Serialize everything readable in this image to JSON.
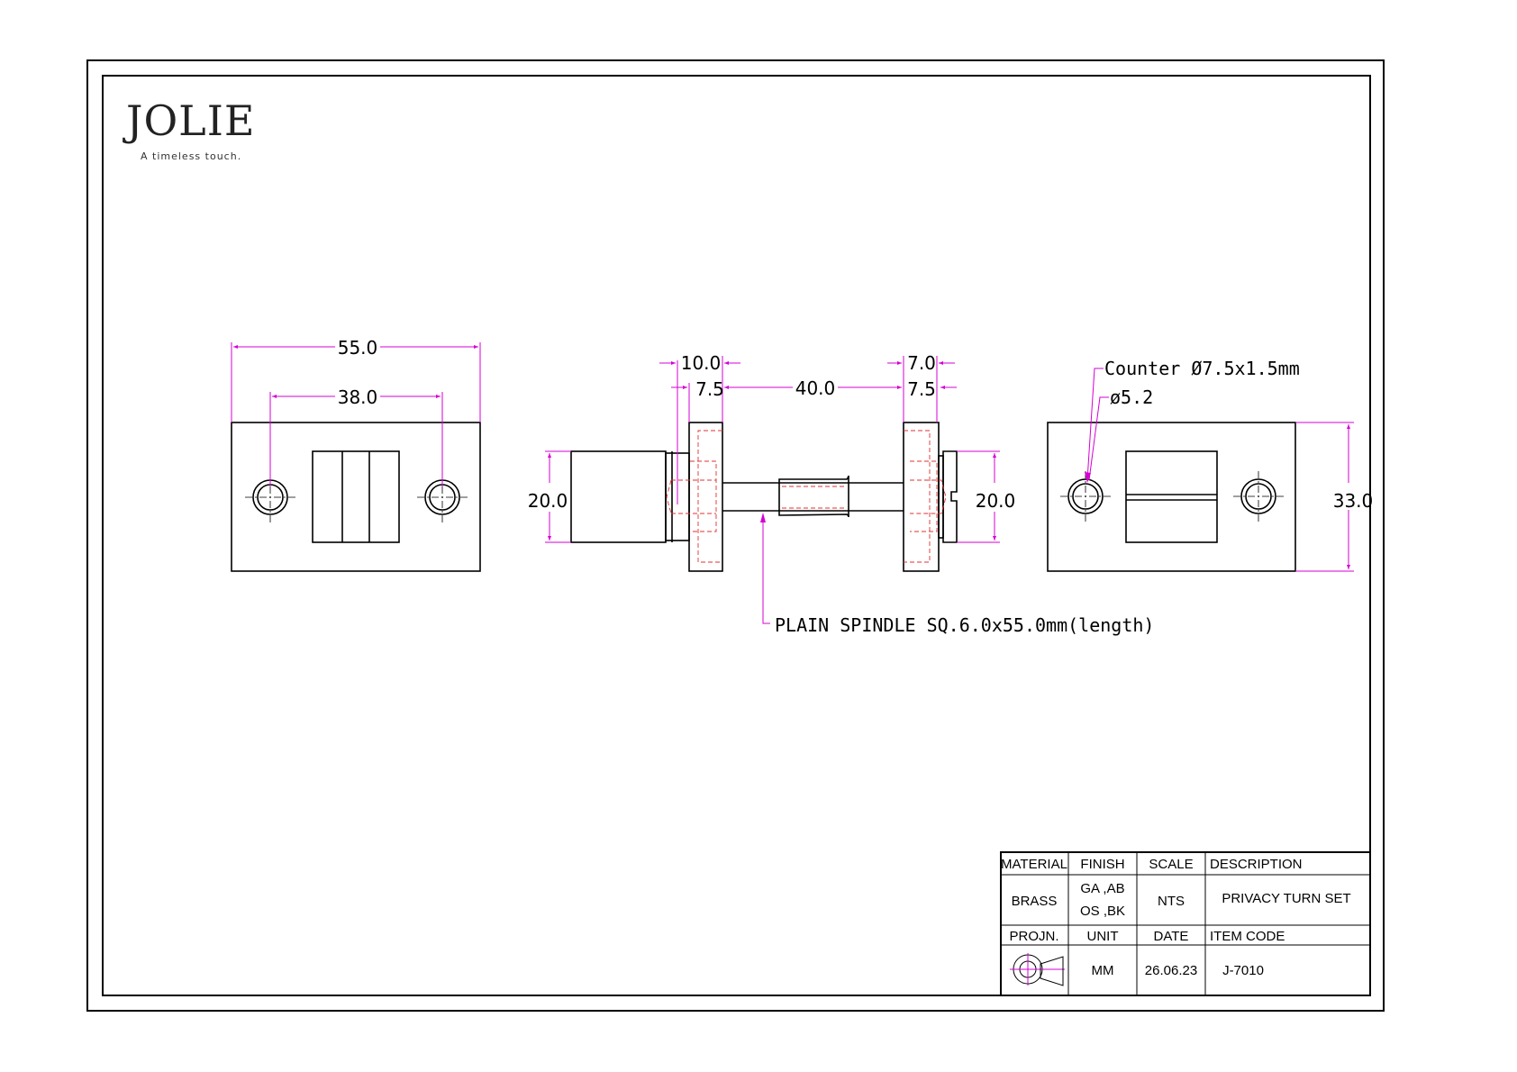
{
  "logo": {
    "brand": "JOLIE",
    "tagline": "A timeless touch."
  },
  "front_view": {
    "overall_width": "55.0",
    "hole_spacing": "38.0"
  },
  "side_view": {
    "left_rose_total": "10.0",
    "left_rose": "7.5",
    "door_thickness": "40.0",
    "right_rose_total": "7.0",
    "right_rose": "7.5",
    "knob_height_left": "20.0",
    "knob_height_right": "20.0",
    "spindle_note": "PLAIN SPINDLE SQ.6.0x55.0mm(length)"
  },
  "back_view": {
    "counter_note": "Counter Ø7.5x1.5mm",
    "hole_note": "ø5.2",
    "height": "33.0"
  },
  "title_block": {
    "headers1": [
      "MATERIAL",
      "FINISH",
      "SCALE",
      "DESCRIPTION"
    ],
    "material": "BRASS",
    "finish_line1": "GA ,AB",
    "finish_line2": "OS ,BK",
    "scale": "NTS",
    "description": "PRIVACY TURN SET",
    "headers2": [
      "PROJN.",
      "UNIT",
      "DATE",
      "ITEM CODE"
    ],
    "unit": "MM",
    "date": "26.06.23",
    "item_code": "J-7010"
  },
  "colors": {
    "dimension": "#d400d4",
    "hidden": "#e03030",
    "line": "#000000"
  }
}
